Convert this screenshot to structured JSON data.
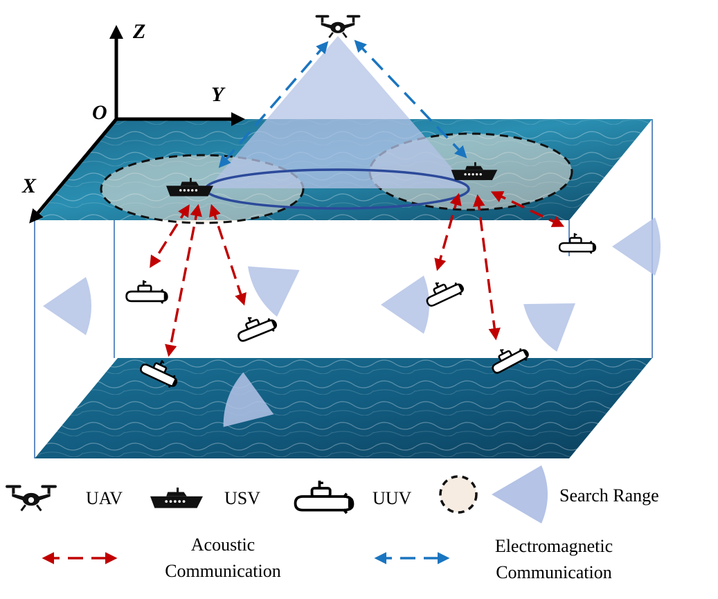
{
  "axes": {
    "z": "Z",
    "y": "Y",
    "o": "O",
    "x": "X"
  },
  "legend": {
    "uav": "UAV",
    "usv": "USV",
    "uuv": "UUV",
    "search_range": "Search Range",
    "acoustic_line1": "Acoustic",
    "acoustic_line2": "Communication",
    "em_line1": "Electromagnetic",
    "em_line2": "Communication"
  },
  "colors": {
    "acoustic": "#c00000",
    "electromagnetic": "#1a75c0",
    "search_cone": "#b4c3e6",
    "sea_dark": "#0f4f6e",
    "sea_light": "#2c8fb0",
    "coverage_fill": "#efe3d6",
    "link_ellipse": "#2c4a9a"
  },
  "icons": [
    "drone-icon",
    "ship-icon",
    "submarine-icon",
    "coverage-circle-icon",
    "search-cone-icon"
  ]
}
